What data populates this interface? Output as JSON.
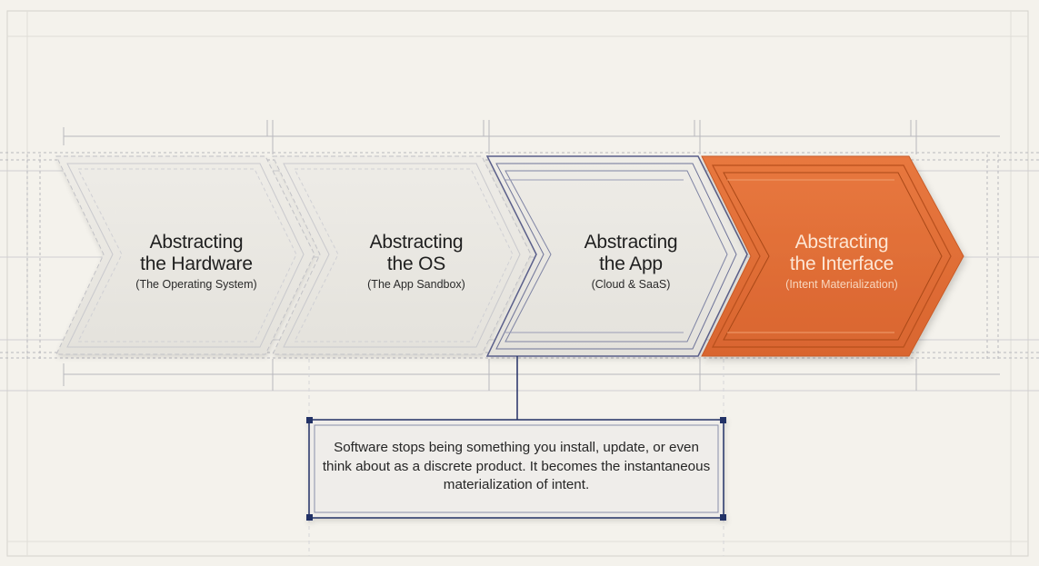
{
  "colors": {
    "background": "#f4f2ec",
    "chevron_fill": "#eae8e2",
    "chevron_outline": "#b9b9bf",
    "app_outline": "#5a5f8a",
    "accent_fill": "#e0703b",
    "accent_dark": "#b8501f",
    "callout_border": "#243066"
  },
  "stages": [
    {
      "title_line1": "Abstracting",
      "title_line2": "the Hardware",
      "subtitle": "(The Operating System)"
    },
    {
      "title_line1": "Abstracting",
      "title_line2": "the OS",
      "subtitle": "(The App Sandbox)"
    },
    {
      "title_line1": "Abstracting",
      "title_line2": "the App",
      "subtitle": "(Cloud & SaaS)"
    },
    {
      "title_line1": "Abstracting",
      "title_line2": "the Interface",
      "subtitle": "(Intent Materialization)"
    }
  ],
  "callout": {
    "text": "Software stops being something you install, update, or even think about as a discrete product. It becomes the instantaneous materialization of intent."
  }
}
